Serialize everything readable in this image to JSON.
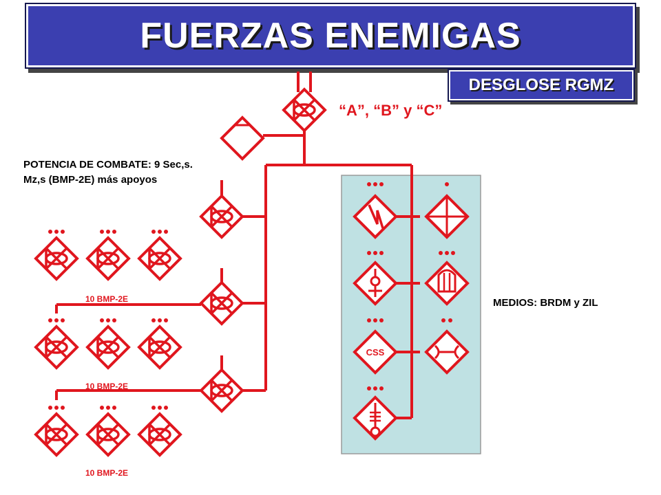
{
  "title": "FUERZAS ENEMIGAS",
  "subtitle": "DESGLOSE RGMZ",
  "hq_label": "“A”, “B” y “C”",
  "combat_power": {
    "line1": "POTENCIA DE COMBATE: 9 Sec,s.",
    "line2": "Mz,s (BMP-2E) más apoyos"
  },
  "company_labels": [
    "10 BMP-2E",
    "10 BMP-2E",
    "10 BMP-2E"
  ],
  "support_means": "MEDIOS: BRDM y ZIL",
  "css_label": "CSS",
  "colors": {
    "symbol": "#e0161e",
    "support_panel": "#bfe1e3",
    "title_bg": "#3b3fb0"
  }
}
